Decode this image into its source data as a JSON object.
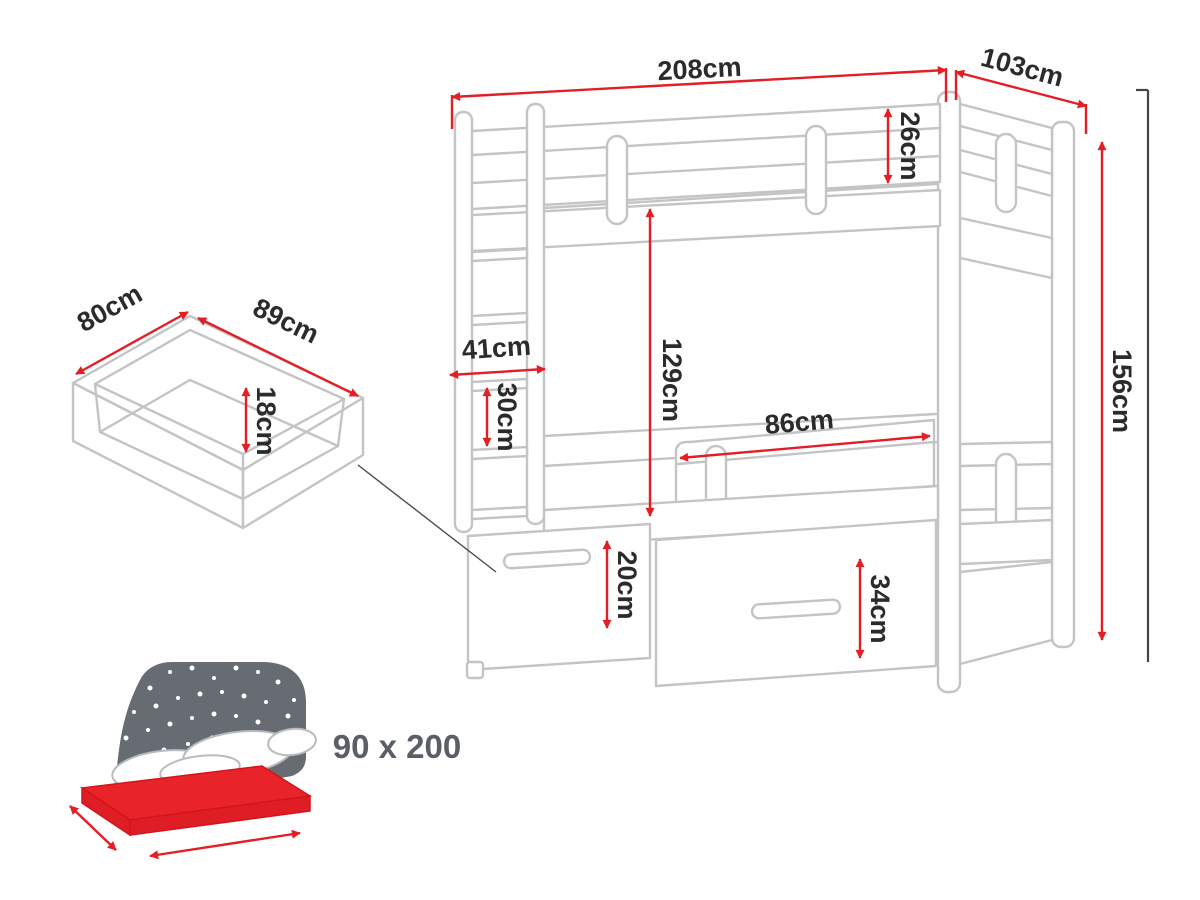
{
  "title": "Bunk bed with storage drawers - dimensions diagram",
  "labels": {
    "bed_width": "208cm",
    "bed_depth": "103cm",
    "guard_rail_height": "26cm",
    "total_height": "156cm",
    "inner_height": "129cm",
    "safety_rail_length": "86cm",
    "shelf_width": "41cm",
    "shelf_gap": "30cm",
    "drawer_front_small": "20cm",
    "drawer_front_large": "34cm",
    "box_depth": "80cm",
    "box_width": "89cm",
    "box_height": "18cm",
    "mattress_size": "90 x 200"
  },
  "colors": {
    "dimension_red": "#e31e24",
    "drawing_gray": "#c3c4c6",
    "label_black": "#2b2b2b",
    "mattress_red": "#e8232a",
    "backdrop_gray": "#676c73"
  }
}
